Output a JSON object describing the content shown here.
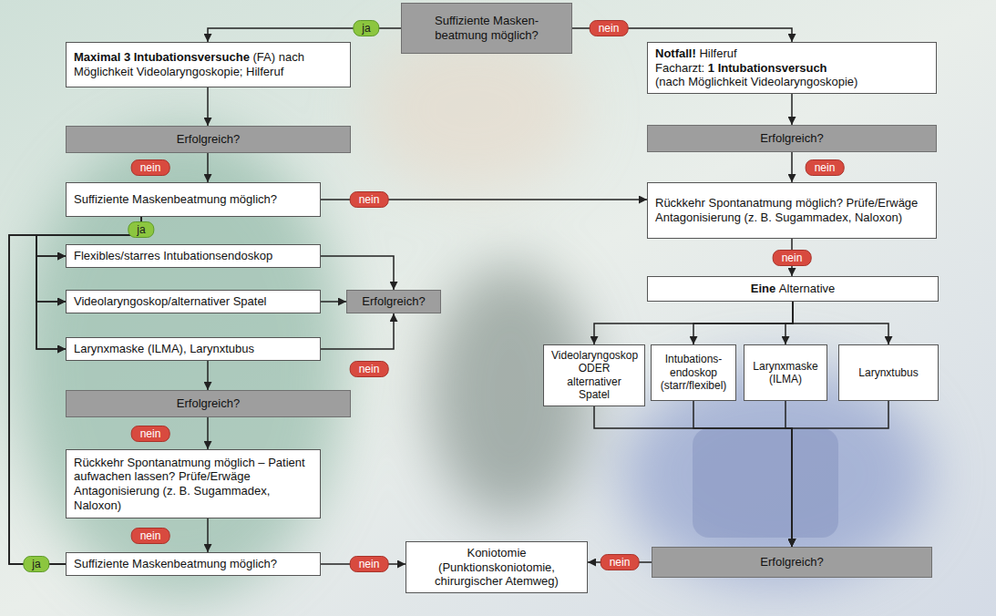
{
  "diagram": {
    "nodes": [
      {
        "text": [
          "Suffiziente Masken- beatmung möglich?"
        ]
      },
      {
        "text": [
          "Maximal 3 Intubationsversuche",
          "(FA) nach Möglichkeit Videolaryngoskopie; Hilferuf"
        ]
      },
      {
        "text": [
          "Notfall!",
          "Hilferuf",
          "Facharzt:",
          "1 Intubationsversuch",
          "(nach Möglichkeit Videolaryngoskopie)"
        ]
      },
      {
        "text": [
          "Erfolgreich?"
        ]
      },
      {
        "text": [
          "Erfolgreich?"
        ]
      },
      {
        "text": [
          "Suffiziente Maskenbeatmung möglich?"
        ]
      },
      {
        "text": [
          "Rückkehr Spontanatmung möglich? Prüfe/Erwäge Antagonisierung (z. B. Sugammadex, Naloxon)"
        ]
      },
      {
        "text": [
          "Flexibles/starres Intubationsendoskop"
        ]
      },
      {
        "text": [
          "Erfolgreich?"
        ]
      },
      {
        "text": [
          "Eine",
          "Alternative"
        ]
      },
      {
        "text": [
          "Videolaryngoskop/alternativer Spatel"
        ]
      },
      {
        "text": [
          "Larynxmaske (ILMA), Larynxtubus"
        ]
      },
      {
        "text": [
          "Videolaryngoskop ODER alternativer Spatel"
        ]
      },
      {
        "text": [
          "Intubations- endoskop (starr/flexibel)"
        ]
      },
      {
        "text": [
          "Larynxmaske (ILMA)"
        ]
      },
      {
        "text": [
          "Larynxtubus"
        ]
      },
      {
        "text": [
          "Erfolgreich?"
        ]
      },
      {
        "text": [
          "Rückkehr Spontanatmung möglich – Patient aufwachen lassen? Prüfe/Erwäge Antagonisierung (z. B. Sugammadex, Naloxon)"
        ]
      },
      {
        "text": [
          "Suffiziente Maskenbeatmung möglich?"
        ]
      },
      {
        "text": [
          "Koniotomie (Punktionskoniotomie, chirurgischer Atemweg)"
        ]
      },
      {
        "text": [
          "Erfolgreich?"
        ]
      }
    ],
    "edges": [
      {
        "from": 0,
        "to": 1,
        "label": "ja",
        "arrow": "to"
      },
      {
        "from": 0,
        "to": 2,
        "label": "nein",
        "arrow": "to"
      },
      {
        "from": 1,
        "to": 3,
        "arrow": "to"
      },
      {
        "from": 3,
        "to": 5,
        "label": "nein",
        "arrow": "to"
      },
      {
        "from": 5,
        "to": 6,
        "label": "nein",
        "arrow": "to"
      },
      {
        "from": 2,
        "to": 4,
        "arrow": "to"
      },
      {
        "from": 4,
        "to": 6,
        "label": "nein",
        "arrow": "to"
      },
      {
        "from": 6,
        "to": 9,
        "label": "nein",
        "arrow": "to"
      },
      {
        "from": 9,
        "to": 12,
        "arrow": "to"
      },
      {
        "from": 9,
        "to": 13,
        "arrow": "to"
      },
      {
        "from": 9,
        "to": 14,
        "arrow": "to"
      },
      {
        "from": 9,
        "to": 15,
        "arrow": "to"
      },
      {
        "from": 12,
        "to": 20,
        "arrow": "to"
      },
      {
        "from": 13,
        "to": 20,
        "arrow": "to"
      },
      {
        "from": 14,
        "to": 20,
        "arrow": "to"
      },
      {
        "from": 15,
        "to": 20,
        "arrow": "to"
      },
      {
        "from": 20,
        "to": 19,
        "label": "nein",
        "arrow": "to"
      },
      {
        "from": 5,
        "to": 7,
        "label": "ja",
        "arrow": "to"
      },
      {
        "from": 5,
        "to": 10,
        "arrow": "to"
      },
      {
        "from": 5,
        "to": 11,
        "arrow": "to"
      },
      {
        "from": 18,
        "to": 7,
        "label": "ja",
        "arrow": "to"
      },
      {
        "from": 18,
        "to": 10,
        "arrow": "to"
      },
      {
        "from": 18,
        "to": 11,
        "arrow": "to"
      },
      {
        "from": 7,
        "to": 8,
        "arrow": "to"
      },
      {
        "from": 10,
        "to": 8,
        "arrow": "to"
      },
      {
        "from": 11,
        "to": 8,
        "arrow": "to"
      },
      {
        "from": 11,
        "to": 16,
        "arrow": "to"
      },
      {
        "from": 16,
        "to": 17,
        "label": "nein",
        "arrow": "to"
      },
      {
        "from": 17,
        "to": 18,
        "label": "nein",
        "arrow": "to"
      },
      {
        "from": 18,
        "to": 19,
        "label": "nein",
        "arrow": "to"
      }
    ],
    "labels": [
      "nein"
    ]
  }
}
